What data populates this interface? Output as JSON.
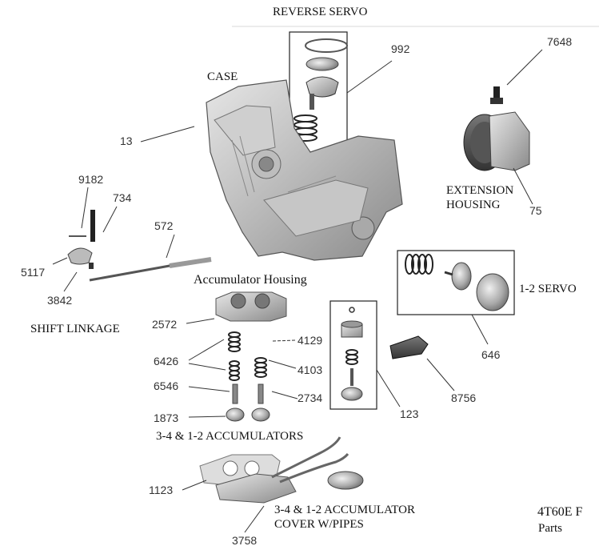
{
  "titles": {
    "reverse_servo": "REVERSE SERVO",
    "case": "CASE",
    "extension_housing_line1": "EXTENSION",
    "extension_housing_line2": "HOUSING",
    "shift_linkage": "SHIFT LINKAGE",
    "accumulator_housing": "Accumulator Housing",
    "one_two_servo": "1-2 SERVO",
    "accumulators": "3-4 & 1-2 ACCUMULATORS",
    "accumulator_cover_line1": "3-4 & 1-2 ACCUMULATOR",
    "accumulator_cover_line2": "COVER W/PIPES",
    "model_line1": "4T60E F",
    "model_line2": "Parts"
  },
  "part_numbers": {
    "p992": "992",
    "p7648": "7648",
    "p13": "13",
    "p9182": "9182",
    "p734": "734",
    "p572": "572",
    "p5117": "5117",
    "p3842": "3842",
    "p75": "75",
    "p2572": "2572",
    "p4129": "4129",
    "p6426": "6426",
    "p4103": "4103",
    "p6546": "6546",
    "p2734": "2734",
    "p1873": "1873",
    "p646": "646",
    "p8756": "8756",
    "p123": "123",
    "p1123": "1123",
    "p3758": "3758"
  }
}
